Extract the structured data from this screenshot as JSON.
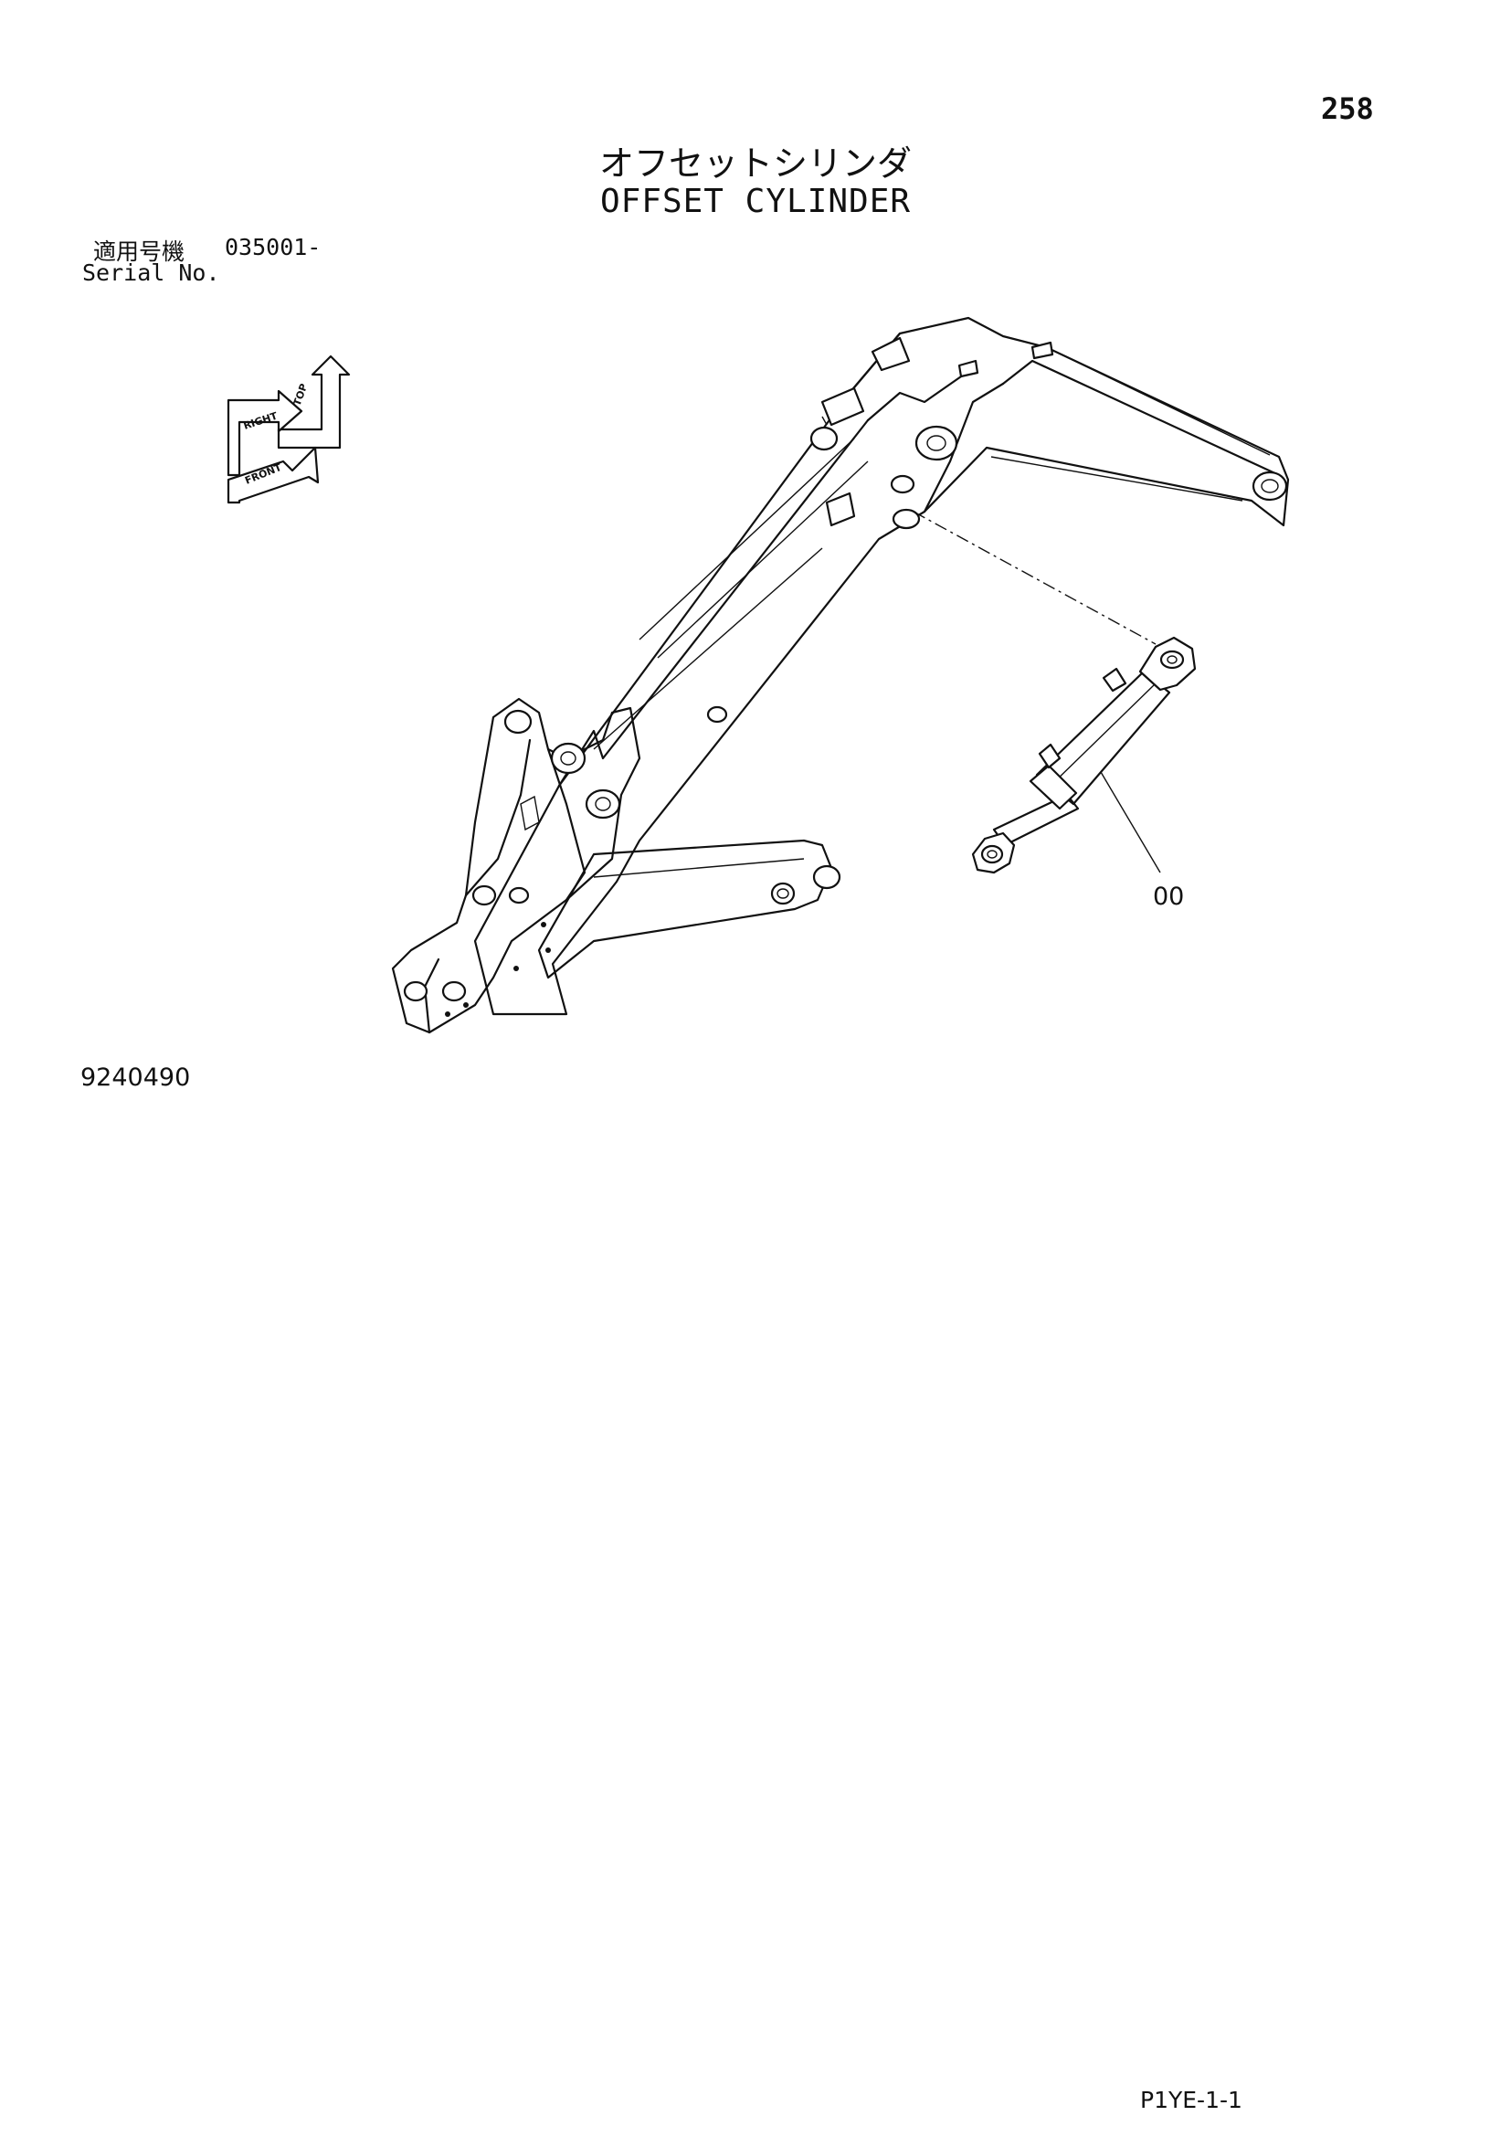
{
  "page": {
    "number": "258",
    "title_jp": "オフセットシリンダ",
    "title_en": "OFFSET CYLINDER"
  },
  "serial": {
    "label_jp": "適用号機",
    "value": "035001-",
    "label_en": "Serial No."
  },
  "orientation_indicator": {
    "top": "TOP",
    "right": "RIGHT",
    "front": "FRONT"
  },
  "callouts": [
    {
      "label": "00"
    }
  ],
  "drawing_number": "9240490",
  "footer_code": "P1YE-1-1"
}
